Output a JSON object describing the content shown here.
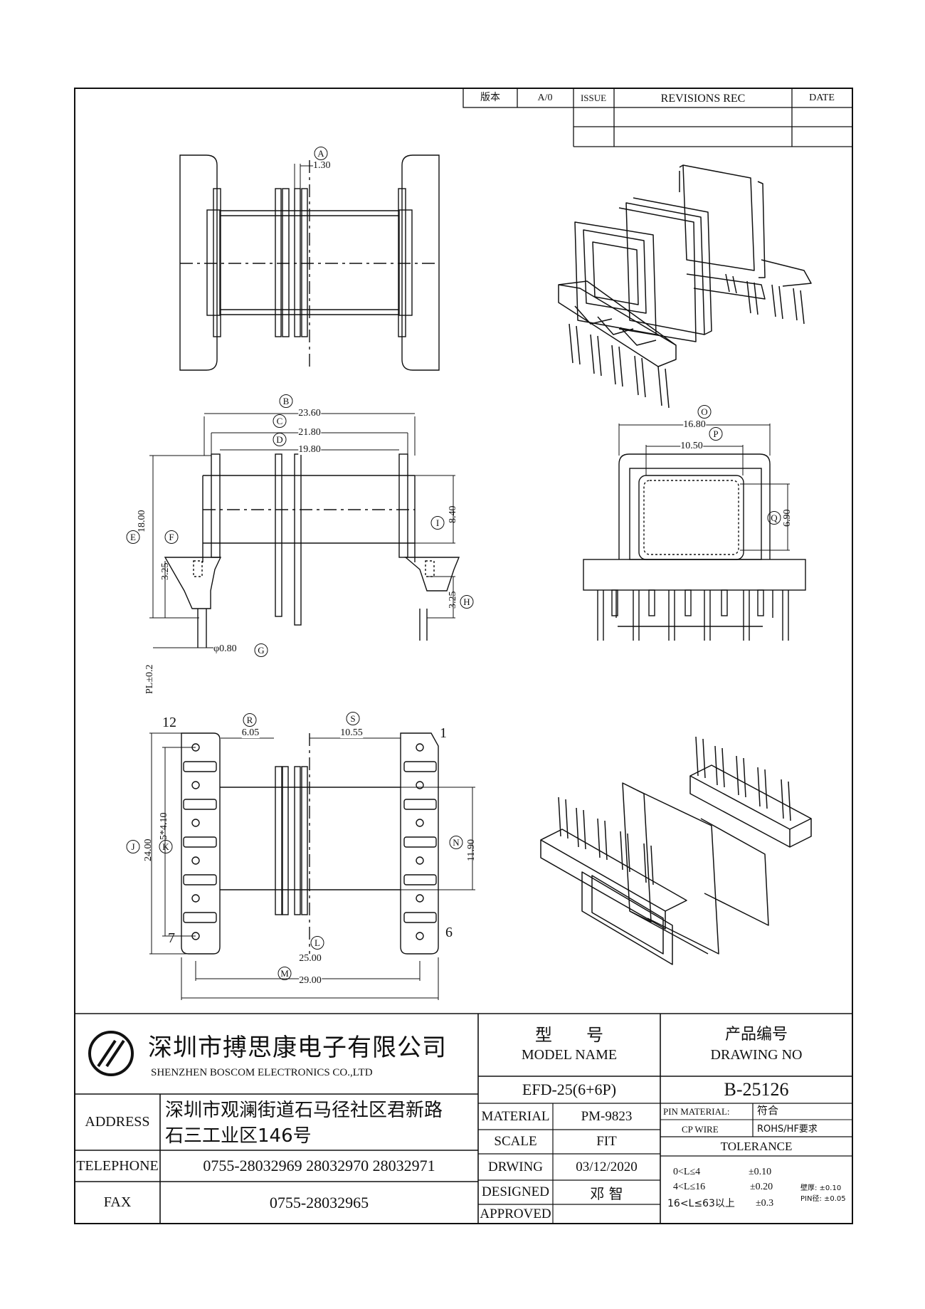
{
  "revision_block": {
    "version_label": "版本",
    "version_value": "A/0",
    "issue_label": "ISSUE",
    "revisions_label": "REVISIONS REC",
    "date_label": "DATE"
  },
  "dimensions": {
    "A": {
      "tag": "A",
      "value": "1.30"
    },
    "B": {
      "tag": "B",
      "value": "23.60"
    },
    "C": {
      "tag": "C",
      "value": "21.80"
    },
    "D": {
      "tag": "D",
      "value": "19.80"
    },
    "E": {
      "tag": "E",
      "value": "18.00"
    },
    "F": {
      "tag": "F",
      "value": "3.25"
    },
    "G": {
      "tag": "G",
      "value": "φ0.80"
    },
    "H": {
      "tag": "H",
      "value": "3.25"
    },
    "I": {
      "tag": "I",
      "value": "8.40"
    },
    "PL": {
      "value": "PL±0.2"
    },
    "O": {
      "tag": "O",
      "value": "16.80"
    },
    "P": {
      "tag": "P",
      "value": "10.50"
    },
    "Q": {
      "tag": "Q",
      "value": "6.90"
    },
    "R": {
      "tag": "R",
      "value": "6.05"
    },
    "S": {
      "tag": "S",
      "value": "10.55"
    },
    "J": {
      "tag": "J",
      "value": "24.00"
    },
    "K": {
      "tag": "K",
      "value": "5*4.10"
    },
    "L": {
      "tag": "L"
    },
    "M": {
      "tag": "M",
      "value": "25.00"
    },
    "M2": {
      "value": "29.00"
    },
    "N": {
      "tag": "N",
      "value": "11.90"
    }
  },
  "pin_numbers": {
    "p12": "12",
    "p1": "1",
    "p7": "7",
    "p6": "6"
  },
  "company": {
    "name_cn": "深圳市搏思康电子有限公司",
    "name_en": "SHENZHEN BOSCOM ELECTRONICS CO.,LTD"
  },
  "contact": {
    "address_label": "ADDRESS",
    "address_line1": "深圳市观澜街道石马径社区君新路",
    "address_line2": "石三工业区146号",
    "telephone_label": "TELEPHONE",
    "telephone": "0755-28032969 28032970 28032971",
    "fax_label": "FAX",
    "fax": "0755-28032965"
  },
  "model": {
    "label_cn": "型　　号",
    "label_en": "MODEL NAME",
    "value": "EFD-25(6+6P)"
  },
  "drawing_no": {
    "label_cn": "产品编号",
    "label_en": "DRAWING NO",
    "value": "B-25126"
  },
  "details": {
    "material_label": "MATERIAL",
    "material": "PM-9823",
    "scale_label": "SCALE",
    "scale": "FIT",
    "drwing_label": "DRWING",
    "drwing": "03/12/2020",
    "designed_label": "DESIGNED",
    "designed": "邓 智",
    "approved_label": "APPROVED"
  },
  "pin_material": {
    "label": "PIN MATERIAL:",
    "value_cn": "符合",
    "wire": "CP WIRE",
    "rohs": "ROHS/HF要求"
  },
  "tolerance": {
    "label": "TOLERANCE",
    "r1": "0<L≤4",
    "r1v": "±0.10",
    "r2": "4<L≤16",
    "r2v": "±0.20",
    "r3": "16<L≤63以上",
    "r3v": "±0.3",
    "wall": "壁厚: ±0.10",
    "pin": "PIN径: ±0.05"
  }
}
